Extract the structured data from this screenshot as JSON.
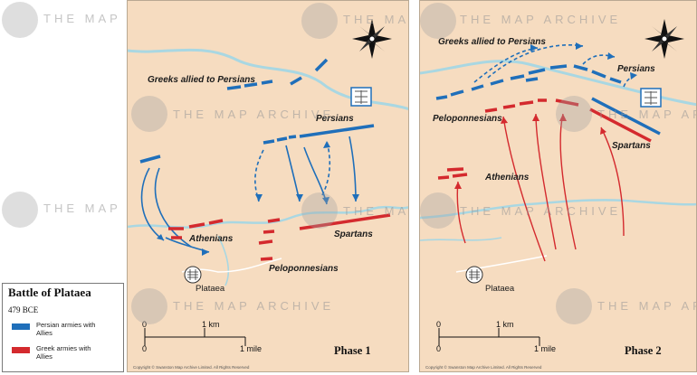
{
  "watermark": "THE MAP ARCHIVE",
  "legend": {
    "title": "Battle  of Plataea",
    "date": "479 BCE",
    "items": [
      {
        "label": "Persian armies with Allies",
        "color": "#1f6fba"
      },
      {
        "label": "Greek armies with Allies",
        "color": "#d42a2e"
      }
    ]
  },
  "phase1": {
    "phase_label": "Phase 1",
    "labels": {
      "greeks_allied": "Greeks allied to Persians",
      "persians": "Persians",
      "athenians": "Athenians",
      "spartans": "Spartans",
      "peloponnesians": "Peloponnesians",
      "plataea": "Plataea"
    },
    "scale": {
      "km": "1 km",
      "mile": "1 mile",
      "zero_top": "0",
      "zero_bottom": "0"
    },
    "copyright": "Copyright © Swanston Map Archive Limited. All Rights Reserved"
  },
  "phase2": {
    "phase_label": "Phase 2",
    "labels": {
      "greeks_allied": "Greeks allied to Persians",
      "persians": "Persians",
      "peloponnesians": "Peloponnesians",
      "athenians": "Athenians",
      "spartans": "Spartans",
      "plataea": "Plataea"
    },
    "scale": {
      "km": "1 km",
      "mile": "1 mile",
      "zero_top": "0",
      "zero_bottom": "0"
    },
    "copyright": "Copyright © Swanston Map Archive Limited. All Rights Reserved"
  },
  "colors": {
    "persian": "#1f6fba",
    "greek": "#d42a2e",
    "terrain": "#f6dcc0",
    "river": "#a9d7e2"
  }
}
